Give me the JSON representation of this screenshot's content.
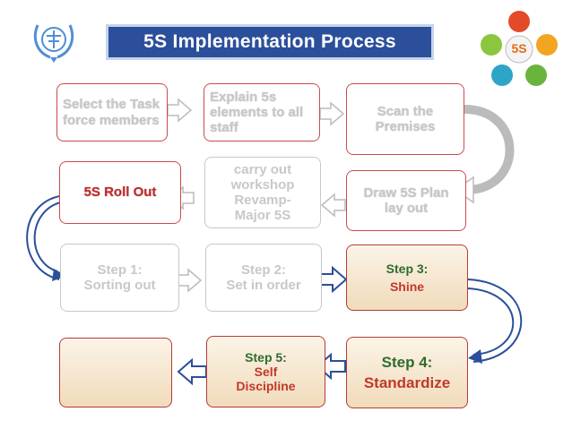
{
  "title": "5S Implementation Process",
  "logo": {
    "icon": "wfp-laurel-logo"
  },
  "badge": {
    "center": "5S"
  },
  "row1": [
    "Select the Task force members",
    "Explain 5s elements to all staff",
    "Scan the Premises"
  ],
  "row2": {
    "rollout": "5S Roll Out",
    "workshop": "carry out workshop Revamp- Major 5S",
    "draw": "Draw 5S Plan lay out"
  },
  "row3": {
    "step1": {
      "label": "Step 1:",
      "name": "Sorting out"
    },
    "step2": {
      "label": "Step 2:",
      "name": "Set in order"
    },
    "step3": {
      "label": "Step 3:",
      "name": "Shine"
    }
  },
  "row4": {
    "step4": {
      "label": "Step 4:",
      "name": "Standardize"
    },
    "step5": {
      "label": "Step 5:",
      "name1": "Self",
      "name2": "Discipline"
    }
  },
  "colors": {
    "title_bg": "#2b4f9a",
    "accent_red": "#c0392b",
    "accent_green": "#2f6b2f",
    "arrow_blue": "#2b4f9a"
  }
}
